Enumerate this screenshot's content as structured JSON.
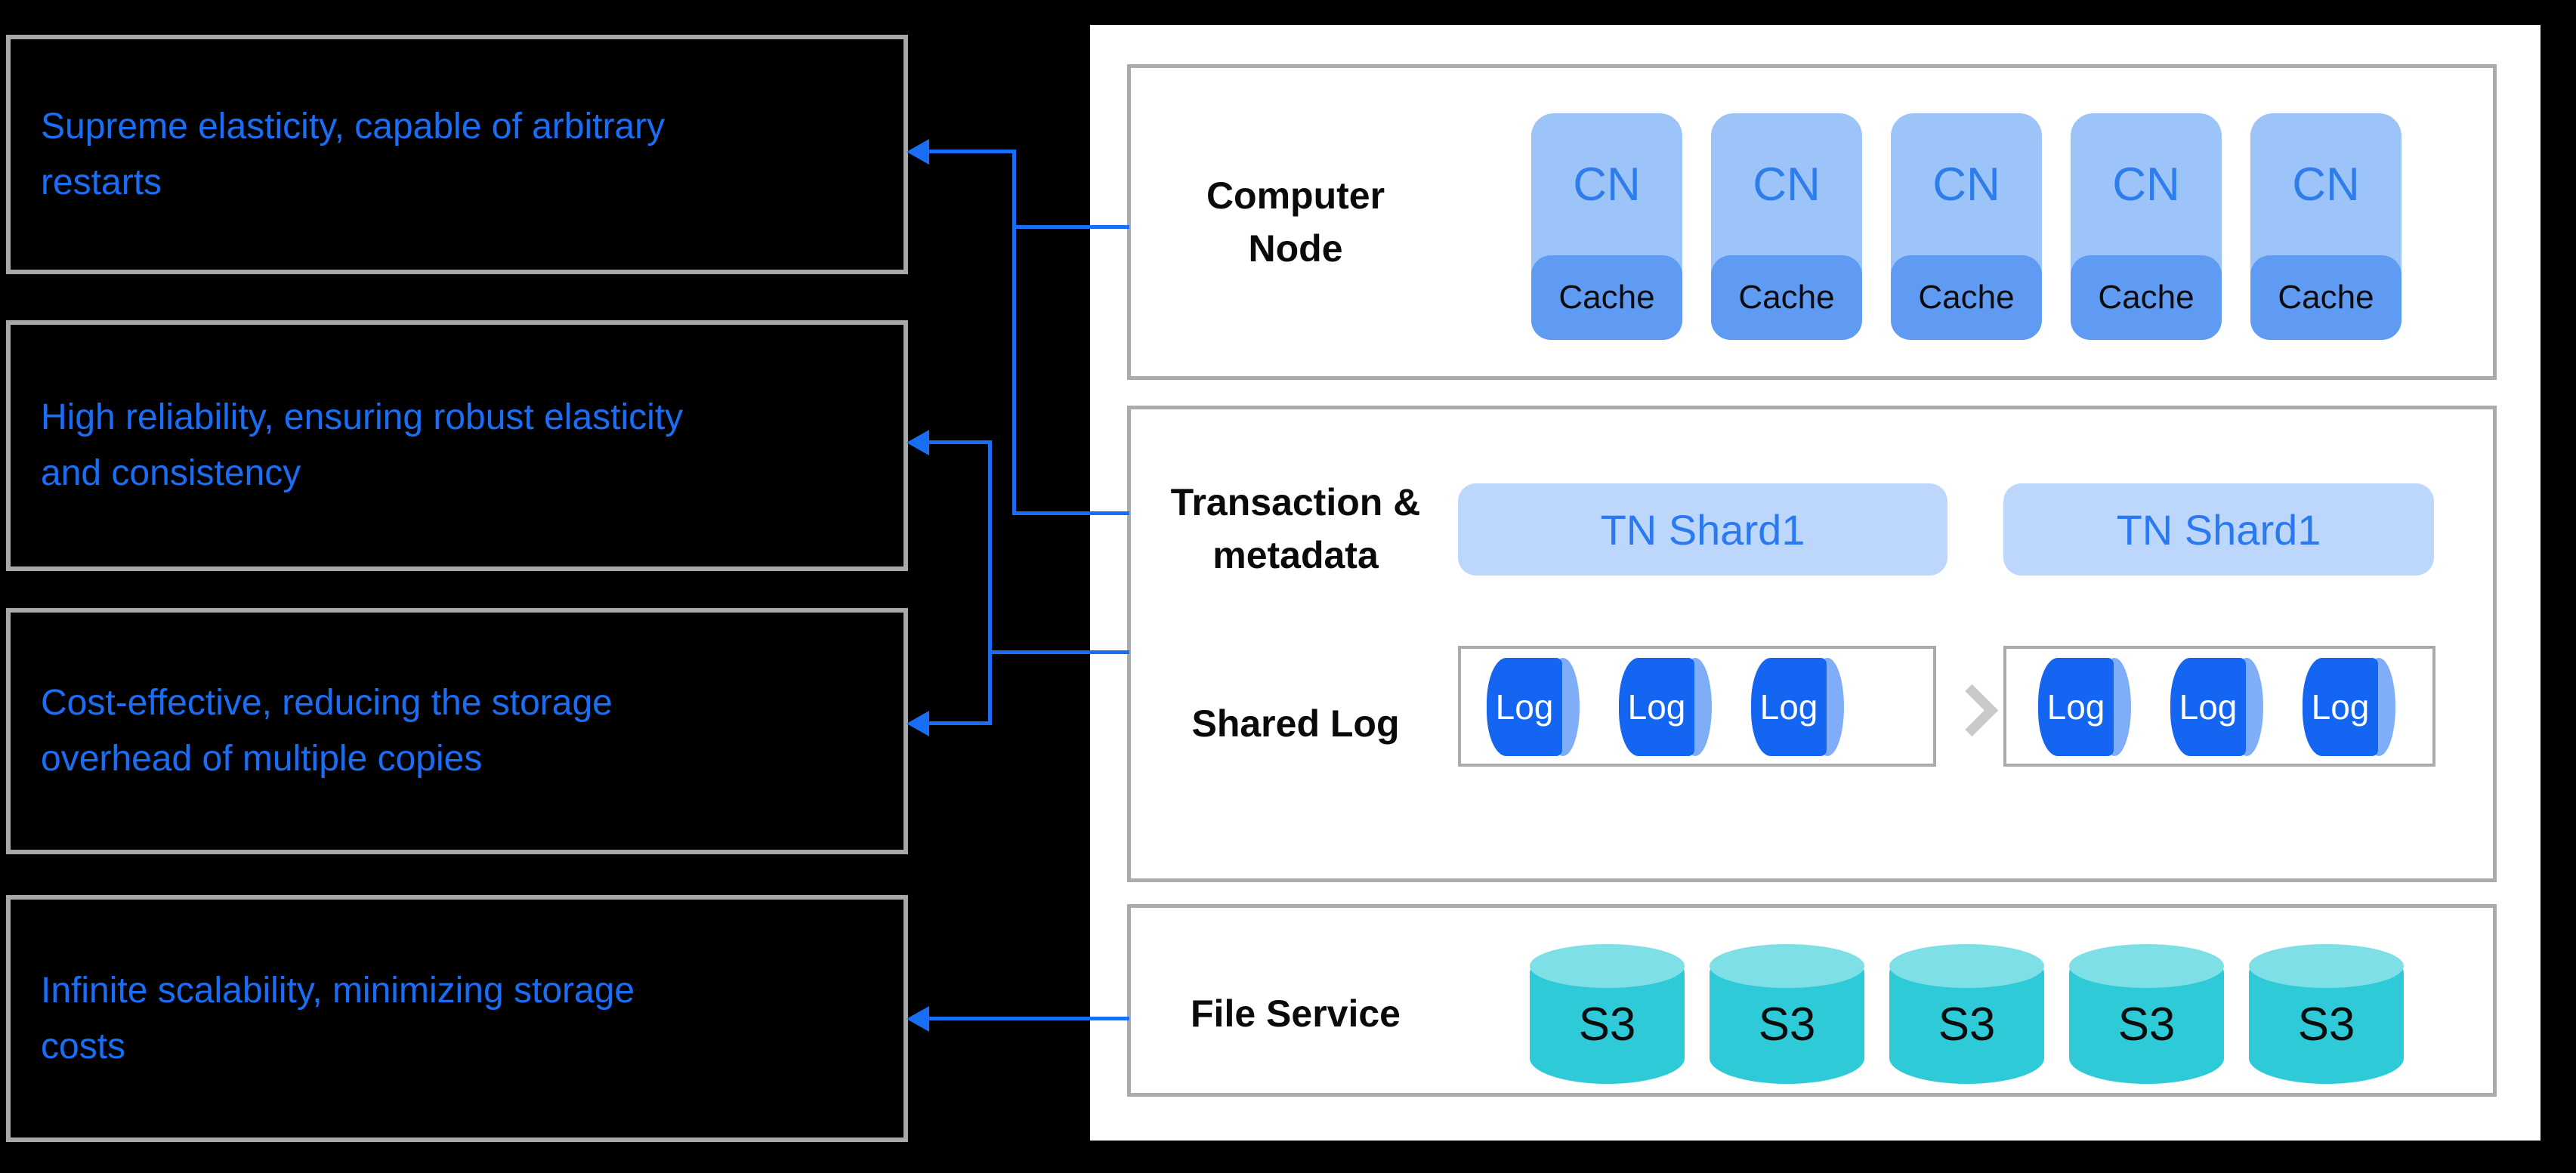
{
  "colors": {
    "accent_blue": "#1A6DF5",
    "panel_white": "#FFFFFF",
    "inner_border_gray": "#ABABAB",
    "feature_border_gray": "#A8A8A8",
    "cn_bg": "#9CC4F8",
    "cn_text": "#2F7DEA",
    "cache_bg": "#5F9BF2",
    "shard_bg": "#BDD7FC",
    "shard_text": "#2B79F0",
    "log_body": "#1465F1",
    "log_cap": "#7FADF8",
    "log_text": "#FFFFFF",
    "s3_body": "#2FCAD8",
    "s3_top": "#7FDFE6",
    "chevron_gray": "#C9C9C9",
    "label_black": "#0A0A0A"
  },
  "left_panels": [
    {
      "lines": [
        "Supreme elasticity, capable of arbitrary",
        "restarts"
      ]
    },
    {
      "lines": [
        "High reliability, ensuring robust elasticity",
        "and consistency"
      ]
    },
    {
      "lines": [
        "Cost-effective, reducing the storage",
        "overhead of multiple copies"
      ]
    },
    {
      "lines": [
        "Infinite scalability, minimizing storage",
        "costs"
      ]
    }
  ],
  "right_panel": {
    "computer_node": {
      "label_lines": [
        "Computer",
        "Node"
      ],
      "nodes": [
        {
          "cn": "CN",
          "cache": "Cache"
        },
        {
          "cn": "CN",
          "cache": "Cache"
        },
        {
          "cn": "CN",
          "cache": "Cache"
        },
        {
          "cn": "CN",
          "cache": "Cache"
        },
        {
          "cn": "CN",
          "cache": "Cache"
        }
      ]
    },
    "transaction": {
      "label_lines": [
        "Transaction &",
        "metadata"
      ],
      "shards": [
        "TN Shard1",
        "TN Shard1"
      ]
    },
    "shared_log": {
      "label": "Shared Log",
      "groups": [
        {
          "logs": [
            "Log",
            "Log",
            "Log"
          ]
        },
        {
          "logs": [
            "Log",
            "Log",
            "Log"
          ]
        }
      ]
    },
    "file_service": {
      "label": "File Service",
      "stores": [
        "S3",
        "S3",
        "S3",
        "S3",
        "S3"
      ]
    }
  }
}
